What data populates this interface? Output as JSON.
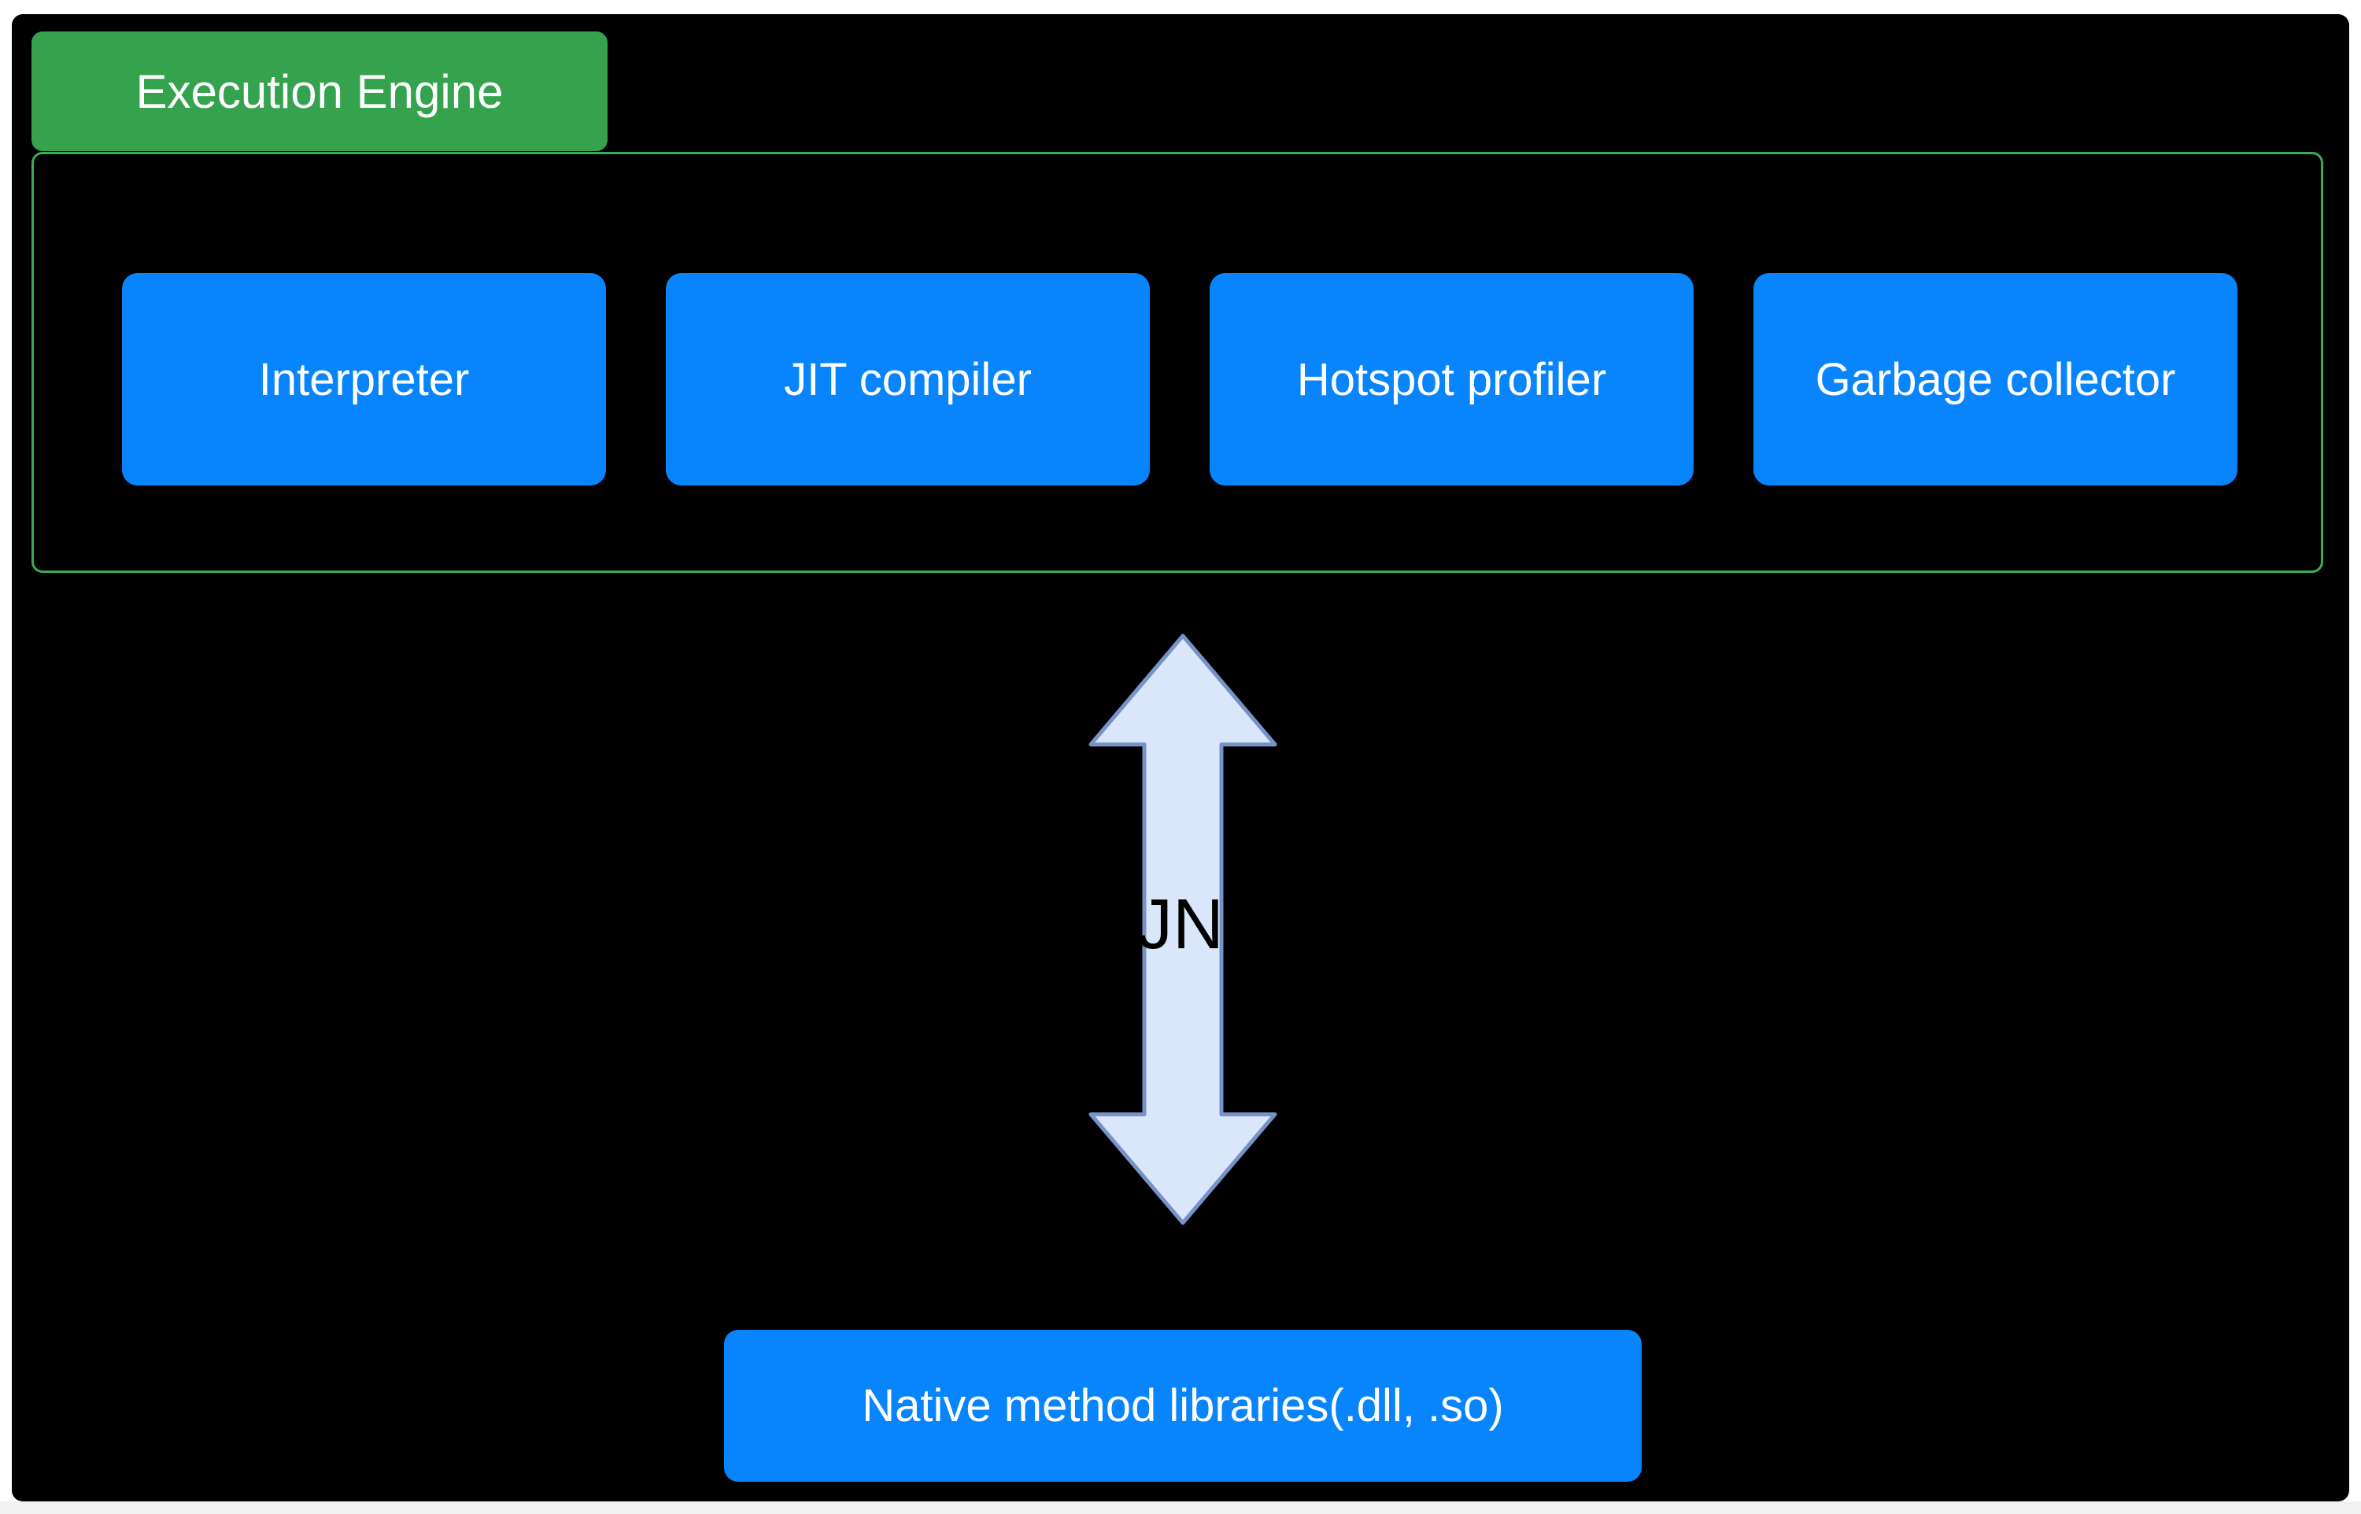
{
  "colors": {
    "canvas_background": "#000000",
    "frame": "#FFFFFF",
    "engine_label_fill": "#35A24E",
    "engine_container_border": "#3CAB58",
    "component_fill": "#0885FC",
    "component_text": "#FFFFFF",
    "arrow_fill": "#DAE6F9",
    "arrow_stroke": "#7792C8",
    "jni_text": "#000000"
  },
  "engine": {
    "label": "Execution Engine",
    "components": [
      {
        "label": "Interpreter"
      },
      {
        "label": "JIT compiler"
      },
      {
        "label": "Hotspot profiler"
      },
      {
        "label": "Garbage collector"
      }
    ]
  },
  "jni": {
    "label": "JN"
  },
  "native": {
    "label": "Native method libraries(.dll, .so)"
  }
}
